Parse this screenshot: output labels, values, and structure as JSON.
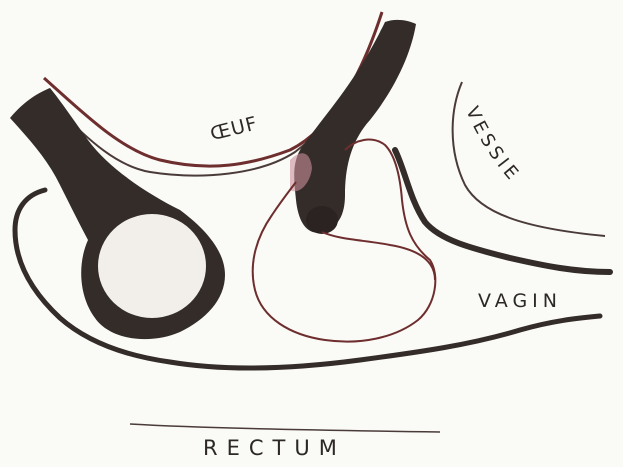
{
  "labels": {
    "oeuf": "ŒUF",
    "vessie": "VESSIE",
    "vagin": "VAGIN",
    "rectum": "RECTUM"
  },
  "colors": {
    "background": "#fafaf7",
    "wall": "#332c29",
    "outline": "#6e2e2e",
    "line": "#4a3b38",
    "fill_light": "#f2efea",
    "tint": "#c98f9a"
  }
}
